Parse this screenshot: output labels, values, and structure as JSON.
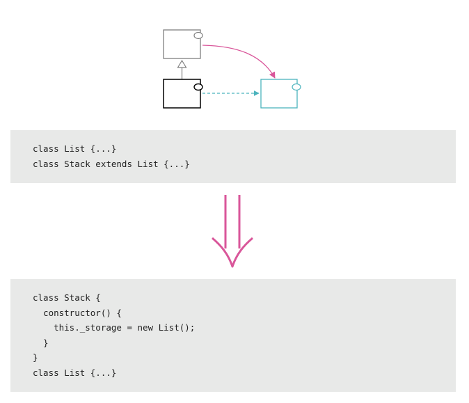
{
  "diagram": {
    "colors": {
      "superclass": "#808080",
      "subclass": "#000000",
      "delegate": "#4bb3bd",
      "move_arrow": "#d9569a",
      "dashed_link": "#4bb3bd"
    }
  },
  "code_before": {
    "lines": [
      "class List {...}",
      "class Stack extends List {...}"
    ]
  },
  "transform_arrow": {
    "color": "#d9569a"
  },
  "code_after": {
    "lines": [
      "class Stack {",
      "  constructor() {",
      "    this._storage = new List();",
      "  }",
      "}",
      "class List {...}"
    ]
  }
}
